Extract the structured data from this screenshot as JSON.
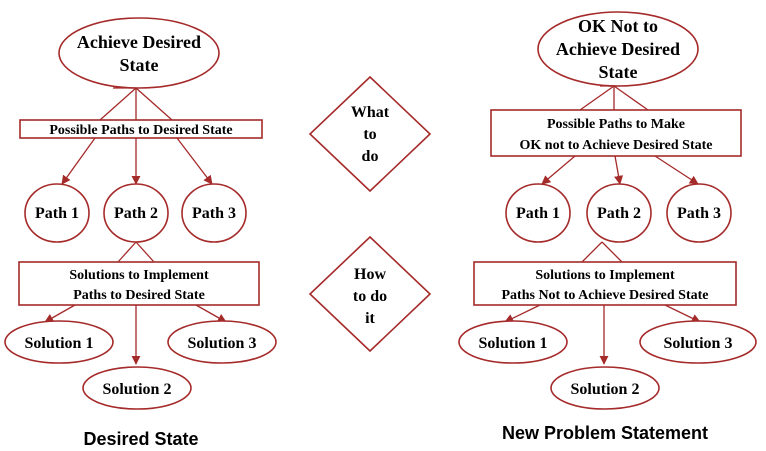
{
  "colors": {
    "stroke": "#a52a2a",
    "text": "#000000",
    "background": "#ffffff"
  },
  "left": {
    "goal": [
      "Achieve Desired",
      "State"
    ],
    "paths_box": [
      "Possible Paths to Desired State"
    ],
    "paths": [
      "Path 1",
      "Path 2",
      "Path 3"
    ],
    "solutions_box": [
      "Solutions to Implement",
      "Paths to Desired State"
    ],
    "solutions": [
      "Solution 1",
      "Solution 3",
      "Solution 2"
    ],
    "caption": "Desired State"
  },
  "middle": {
    "what": [
      "What",
      "to",
      "do"
    ],
    "how": [
      "How",
      "to do",
      "it"
    ]
  },
  "right": {
    "goal": [
      "OK Not to",
      "Achieve Desired",
      "State"
    ],
    "paths_box": [
      "Possible Paths to Make",
      "OK  not to Achieve Desired State"
    ],
    "paths": [
      "Path 1",
      "Path 2",
      "Path 3"
    ],
    "solutions_box": [
      "Solutions to Implement",
      "Paths Not to Achieve Desired State"
    ],
    "solutions": [
      "Solution 1",
      "Solution 3",
      "Solution 2"
    ],
    "caption": "New Problem Statement"
  }
}
